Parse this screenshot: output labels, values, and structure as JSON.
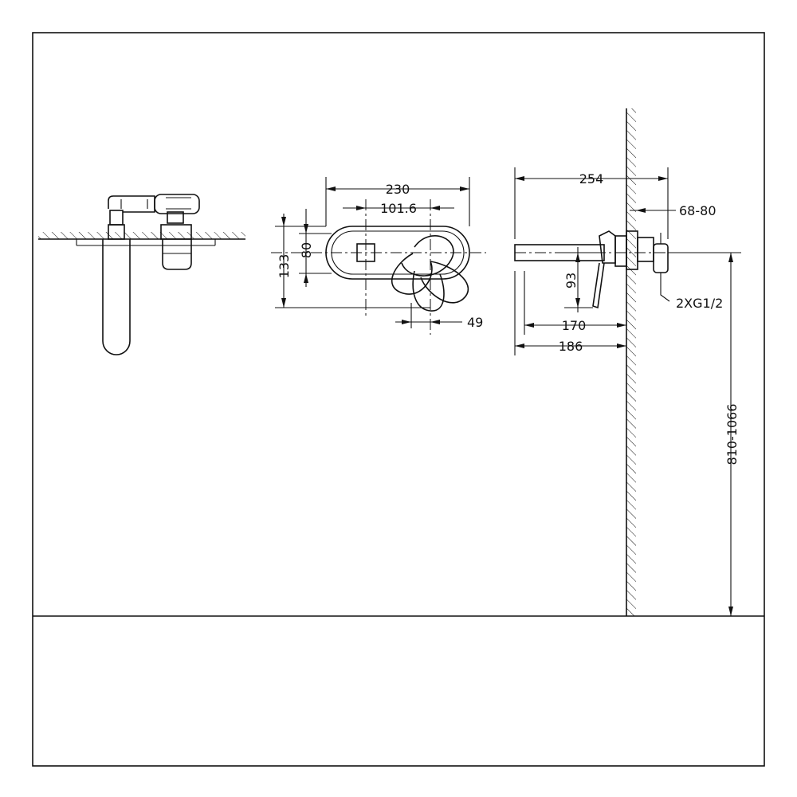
{
  "dimensions": {
    "front_width": "230",
    "front_inner_width": "101.6",
    "front_height": "133",
    "front_inner_height": "80",
    "handle_offset": "49",
    "side_total": "254",
    "side_wall_range": "68-80",
    "side_spout_length": "170",
    "side_spout_total": "186",
    "side_handle_height": "93",
    "side_mount_height": "810-1066",
    "connection_label": "2XG1/2"
  },
  "colors": {
    "line": "#111111",
    "background": "#ffffff"
  }
}
